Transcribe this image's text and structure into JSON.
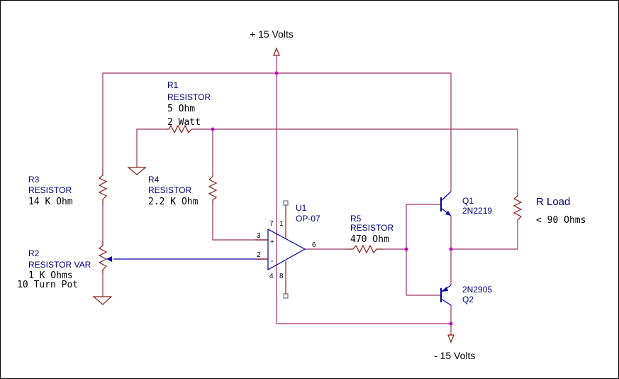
{
  "power": {
    "positive": "+ 15 Volts",
    "negative": "- 15 Volts"
  },
  "r1": {
    "ref": "R1",
    "type": "RESISTOR",
    "value": "5 Ohm",
    "rating": "2 Watt"
  },
  "r2": {
    "ref": "R2",
    "type": "RESISTOR VAR",
    "value": "1 K Ohms",
    "note": "10 Turn Pot"
  },
  "r3": {
    "ref": "R3",
    "type": "RESISTOR",
    "value": "14 K Ohm"
  },
  "r4": {
    "ref": "R4",
    "type": "RESISTOR",
    "value": "2.2 K Ohm"
  },
  "r5": {
    "ref": "R5",
    "type": "RESISTOR",
    "value": "470 Ohm"
  },
  "u1": {
    "ref": "U1",
    "part": "OP-07",
    "pins": {
      "p7": "7",
      "p1": "1",
      "p3": "3",
      "p2": "2",
      "p6": "6",
      "p4": "4",
      "p8": "8"
    },
    "plus": "+",
    "minus": "-"
  },
  "q1": {
    "ref": "Q1",
    "part": "2N2219"
  },
  "q2": {
    "ref": "Q2",
    "part": "2N2905"
  },
  "load": {
    "label": "R Load",
    "value": "< 90 Ohms"
  }
}
